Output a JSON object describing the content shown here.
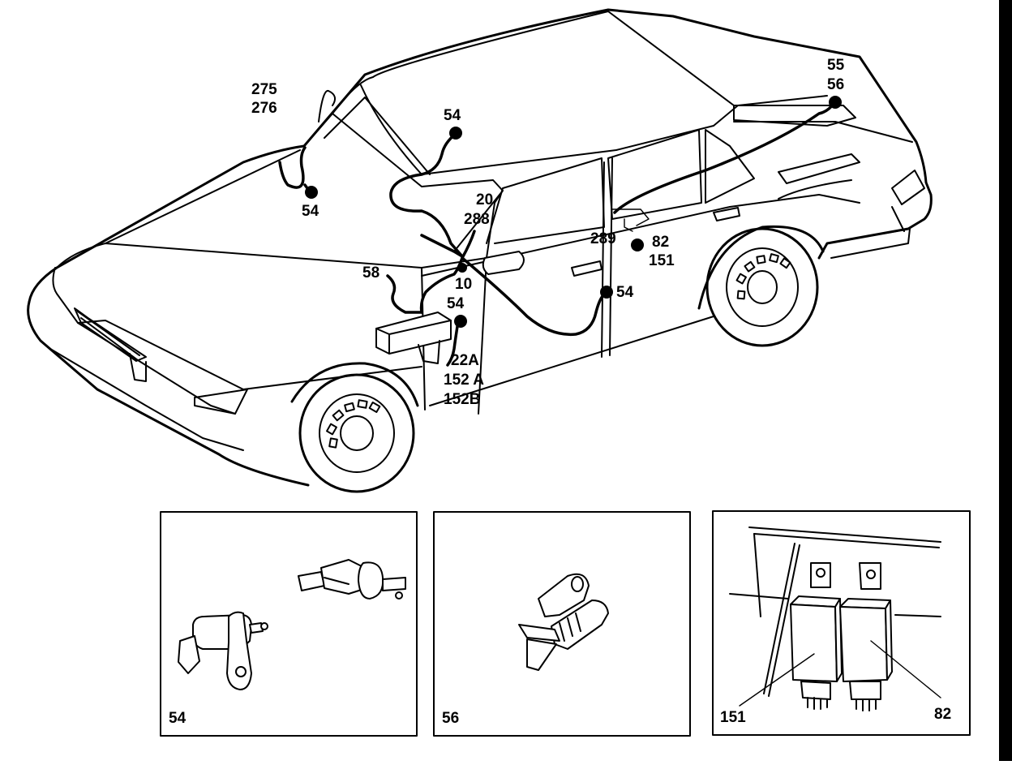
{
  "diagram": {
    "callouts": {
      "c275": "275",
      "c276": "276",
      "c54_roof": "54",
      "c54_front": "54",
      "c20": "20",
      "c288": "288",
      "c289": "289",
      "c82": "82",
      "c151": "151",
      "c58": "58",
      "c10": "10",
      "c54_pillar": "54",
      "c54_rear": "54",
      "c22a": "22A",
      "c152a": "152 A",
      "c152b": "152B",
      "c55": "55",
      "c56": "56"
    },
    "panels": [
      {
        "label": "54"
      },
      {
        "label": "56"
      },
      {
        "label_left": "151",
        "label_right": "82"
      }
    ]
  }
}
